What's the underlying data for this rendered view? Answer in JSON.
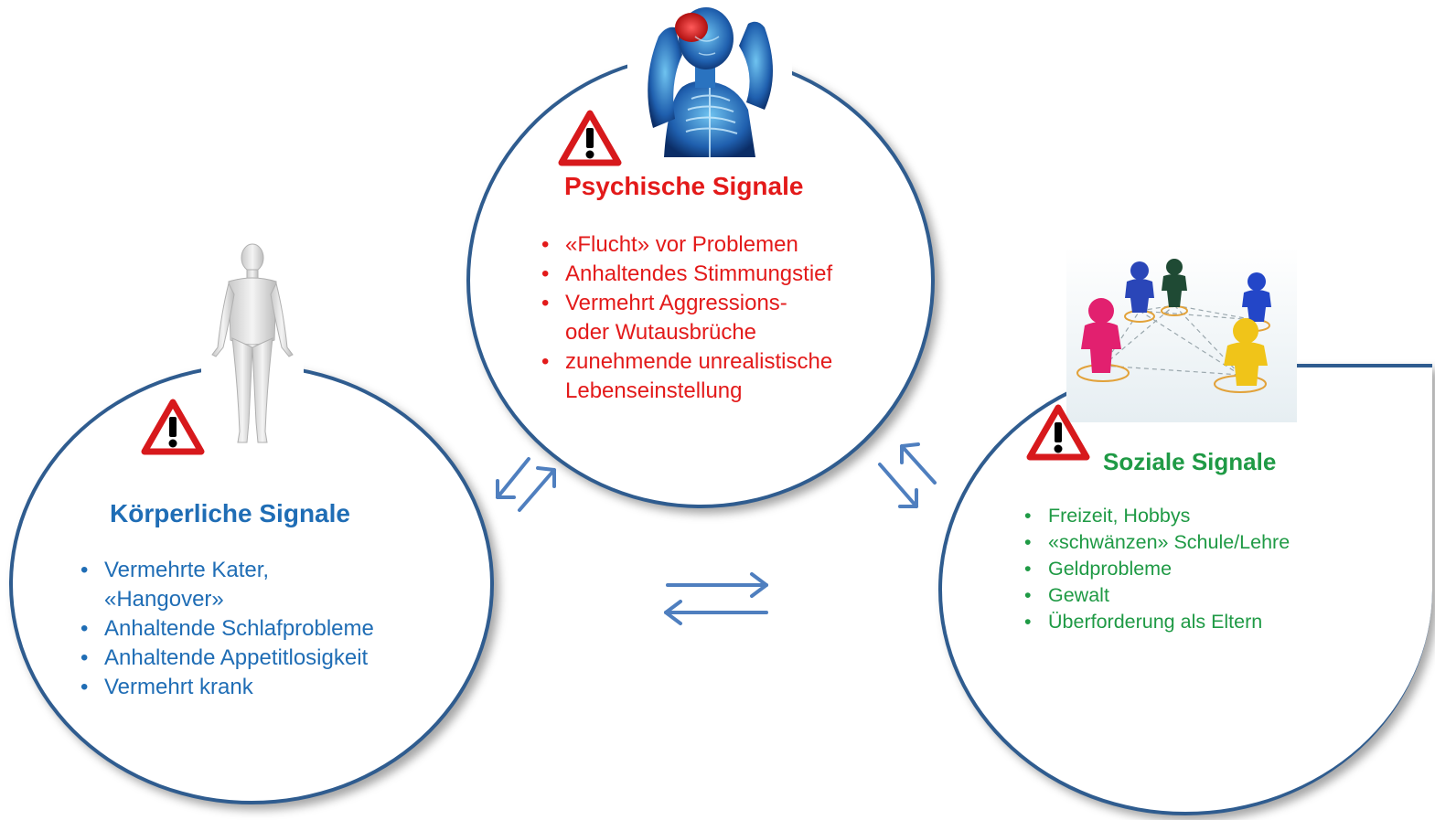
{
  "psychisch": {
    "title": "Psychische Signale",
    "items": [
      "«Flucht» vor Problemen",
      "Anhaltendes Stimmungstief",
      "Vermehrt Aggressions-",
      "oder Wutausbrüche",
      "zunehmende unrealistische",
      "Lebenseinstellung"
    ]
  },
  "koerper": {
    "title": "Körperliche Signale",
    "items": [
      "Vermehrte Kater,",
      "«Hangover»",
      "Anhaltende Schlafprobleme",
      "Anhaltende Appetitlosigkeit",
      "Vermehrt krank"
    ]
  },
  "sozial": {
    "title": "Soziale Signale",
    "items": [
      "Freizeit, Hobbys",
      "«schwänzen» Schule/Lehre",
      "Geldprobleme",
      "Gewalt",
      "Überforderung als Eltern"
    ]
  },
  "icons": {
    "warning": "warning-triangle-icon",
    "exchange": "exchange-arrows-icon"
  },
  "colors": {
    "psychisch": "#e31a1a",
    "koerper": "#1f6db5",
    "sozial": "#1f9a45",
    "circle_border": "#2f5c8f",
    "arrows": "#4f7fbf",
    "warning_red": "#d7191c"
  }
}
